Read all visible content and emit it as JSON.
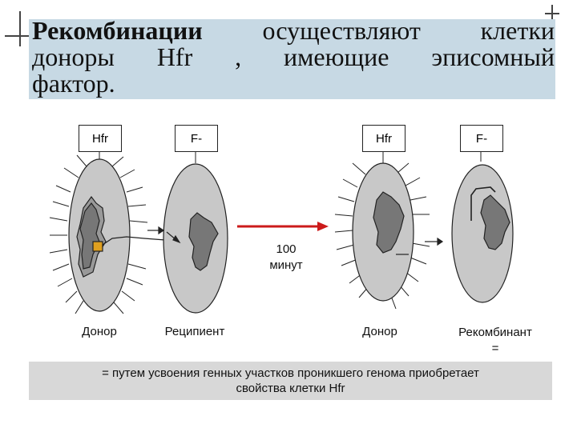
{
  "title": {
    "line1_bold": "Рекомбинации",
    "line1_rest": "осуществляют клетки",
    "line2": "доноры Hfr , имеющие эписомный",
    "line3": "фактор."
  },
  "boxes": {
    "hfr_left": "Hfr",
    "f_left": "F-",
    "hfr_right": "Hfr",
    "f_right": "F-"
  },
  "arrow": {
    "line1": "100",
    "line2": "минут",
    "color": "#cc1a1a"
  },
  "cells": {
    "donor_left": "Донор",
    "recipient": "Реципиент",
    "donor_right": "Донор",
    "recombinant_line1": "Рекомбинант",
    "recombinant_line2": "="
  },
  "footer": {
    "line1": "= путем усвоения генных участков проникшего генома приобретает",
    "line2": "свойства клетки Hfr"
  },
  "colors": {
    "title_bg": "#c7d9e4",
    "cell_fill": "#c8c8c8",
    "nucleus_fill": "#777777",
    "plasmid_fill": "#e0a020",
    "footer_bg": "#d8d8d8"
  }
}
